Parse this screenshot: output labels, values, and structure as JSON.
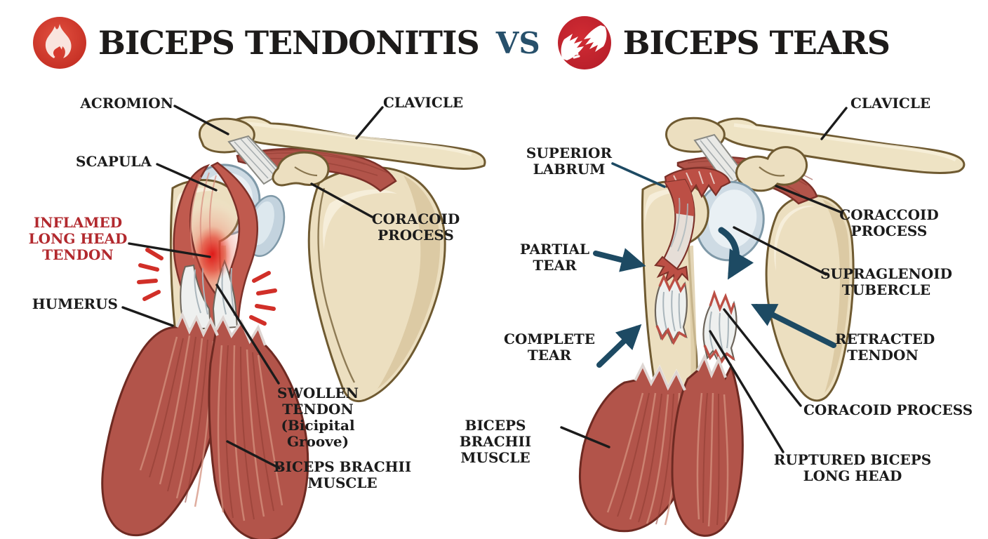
{
  "title": {
    "left_title": "BICEPS TENDONITIS",
    "vs": "VS",
    "right_title": "BICEPS TEARS"
  },
  "icons": {
    "flame_icon": "flame-icon",
    "tear_icon": "tear-icon"
  },
  "labels_left": {
    "acromion": "ACROMION",
    "clavicle": "CLAVICLE",
    "scapula": "SCAPULA",
    "coracoid_process": "CORACOID\nPROCESS",
    "inflamed_long_head_tendon": "INFLAMED\nLONG HEAD\nTENDON",
    "humerus": "HUMERUS",
    "swollen_tendon": "SWOLLEN\nTENDON\n(Bicipital\nGroove)",
    "biceps_brachii_muscle": "BICEPS BRACHII\nMUSCLE"
  },
  "labels_right": {
    "superior_labrum": "SUPERIOR\nLABRUM",
    "clavicle": "CLAVICLE",
    "coraccoid_process": "CORACCOID\nPROCESS",
    "supraglenoid_tubercle": "SUPRAGLENOID\nTUBERCLE",
    "partial_tear": "PARTIAL\nTEAR",
    "complete_tear": "COMPLETE\nTEAR",
    "retracted_tendon": "RETRACTED\nTENDON",
    "coracoid_process": "CORACOID PROCESS",
    "ruptured_biceps_long_head": "RUPTURED BICEPS\nLONG HEAD",
    "biceps_brachii_muscle": "BICEPS BRACHII\nMUSCLE"
  },
  "colors": {
    "title_black": "#1d1b1a",
    "vs_navy": "#27506b",
    "arrow_navy": "#1d4a63",
    "label_red": "#b2292e",
    "icon_red": "#c9302c",
    "bone_fill": "#ecdfc0",
    "bone_outline": "#6f5a31",
    "muscle_red": "#b2544a",
    "muscle_outline": "#6e2a22",
    "capsule_blue": "#cedbe4",
    "tendon_white": "#eef0ef",
    "inflamed_red": "#e0201e",
    "pain_mark_red": "#d12f28"
  }
}
